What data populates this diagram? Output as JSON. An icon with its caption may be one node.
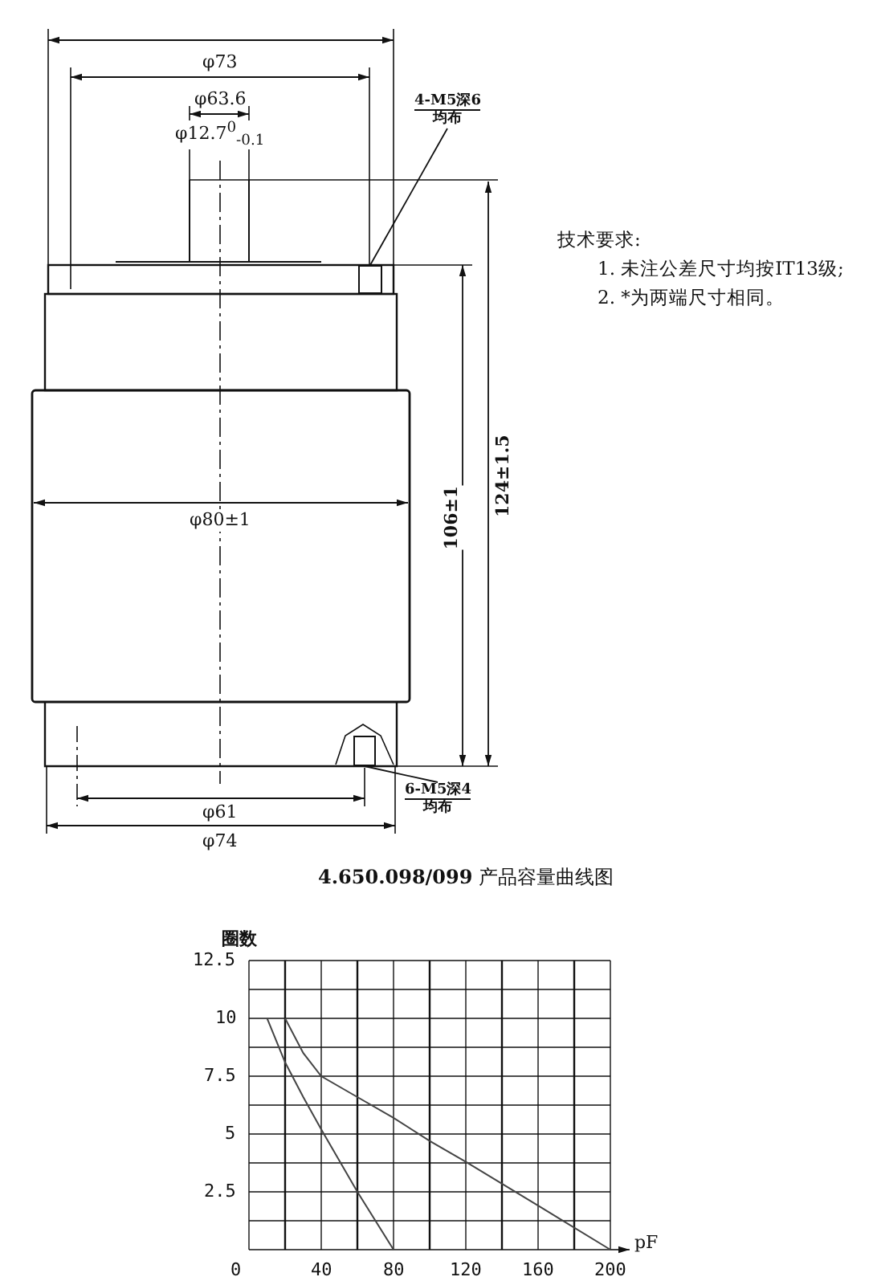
{
  "diagram": {
    "nodes": [
      {
        "text": [
          "4-M5深6",
          "均布"
        ]
      },
      {
        "text": [],
        "shape": "box"
      },
      {
        "text": [
          "6-M5深4",
          "均布"
        ]
      },
      {
        "text": [],
        "shape": "box"
      }
    ],
    "edges": [
      {
        "from": 0,
        "to": 1,
        "arrow": "none"
      },
      {
        "from": 2,
        "to": 3,
        "arrow": "none"
      }
    ],
    "labels": [
      "φ73",
      "φ63.6",
      "φ12.7$^{0}$$_{-0.1}$",
      "技术要求:",
      "1. 未注公差尺寸均按IT13级;",
      "2. *为两端尺寸相同。",
      "124±1.5",
      "106±1",
      "φ80±1",
      "φ61",
      "φ74"
    ],
    "chart_data": {
      "type": "line",
      "title": "**4.650.098/099** 产品容量曲线图",
      "xlabel": "pF",
      "ylabel": "圈数",
      "grid": true,
      "xlim": [
        0,
        200
      ],
      "ylim": [
        0,
        12.5
      ],
      "xticks": [
        0,
        40,
        80,
        120,
        160,
        200
      ],
      "yticks": [
        2.5,
        5,
        7.5,
        10,
        12.5
      ],
      "x": [
        10,
        20,
        30,
        40,
        60,
        80,
        100,
        120,
        160,
        200
      ],
      "series": [
        {
          "color": "#444444",
          "values": [
            10,
            8.1,
            6.6,
            5.2,
            2.5,
            0,
            null,
            null,
            null,
            null
          ]
        },
        {
          "color": "#444444",
          "values": [
            null,
            10,
            8.5,
            7.5,
            6.6,
            5.7,
            4.7,
            3.8,
            1.9,
            0
          ]
        }
      ]
    }
  }
}
